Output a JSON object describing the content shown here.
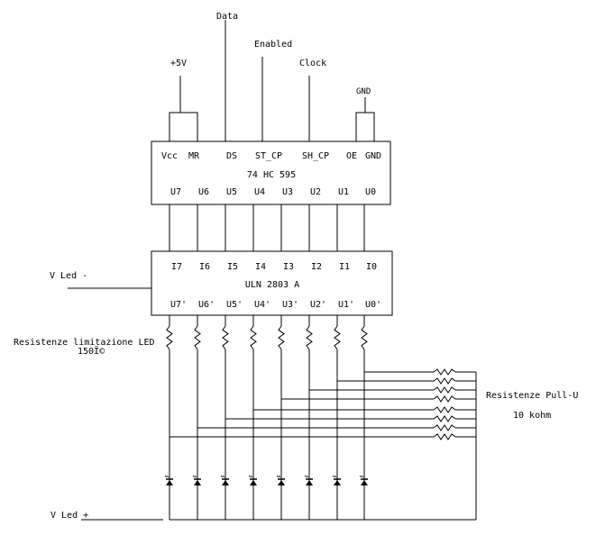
{
  "schematic": {
    "signals": {
      "vcc": "+5V",
      "data": "Data",
      "enabled": "Enabled",
      "clock": "Clock",
      "gnd": "GND",
      "vled_minus": "V Led -",
      "vled_plus": "V Led +"
    },
    "shift_register": {
      "name": "74 HC 595",
      "top_pins": [
        "Vcc",
        "MR",
        "DS",
        "ST_CP",
        "SH_CP",
        "OE",
        "GND"
      ],
      "bottom_pins": [
        "U7",
        "U6",
        "U5",
        "U4",
        "U3",
        "U2",
        "U1",
        "U0"
      ]
    },
    "driver": {
      "name": "ULN 2803 A",
      "inputs": [
        "I7",
        "I6",
        "I5",
        "I4",
        "I3",
        "I2",
        "I1",
        "I0"
      ],
      "outputs": [
        "U7'",
        "U6'",
        "U5'",
        "U4'",
        "U3'",
        "U2'",
        "U1'",
        "U0'"
      ]
    },
    "labels": {
      "led_resistors": "Resistenze limitazione LED",
      "led_resistor_value": "150Ï©",
      "pullup_resistors": "Resistenze Pull-U",
      "pullup_value": "10 kohm"
    },
    "channel_count": 8
  }
}
